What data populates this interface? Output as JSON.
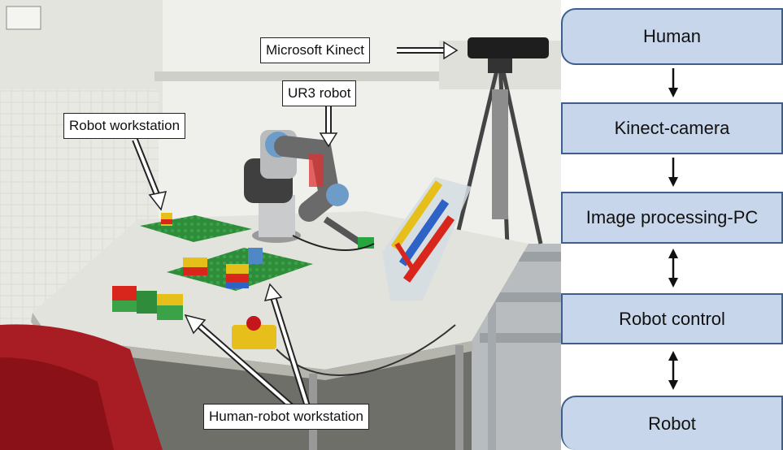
{
  "photo_labels": {
    "kinect": "Microsoft Kinect",
    "ur3": "UR3 robot",
    "robot_ws": "Robot workstation",
    "human_robot_ws": "Human-robot workstation"
  },
  "flow": {
    "nodes": [
      "Human",
      "Kinect-camera",
      "Image processing-PC",
      "Robot control",
      "Robot"
    ],
    "connections": [
      "down",
      "down",
      "both",
      "both"
    ]
  },
  "colors": {
    "box_fill": "#c7d6ea",
    "box_border": "#3e5e8c"
  }
}
